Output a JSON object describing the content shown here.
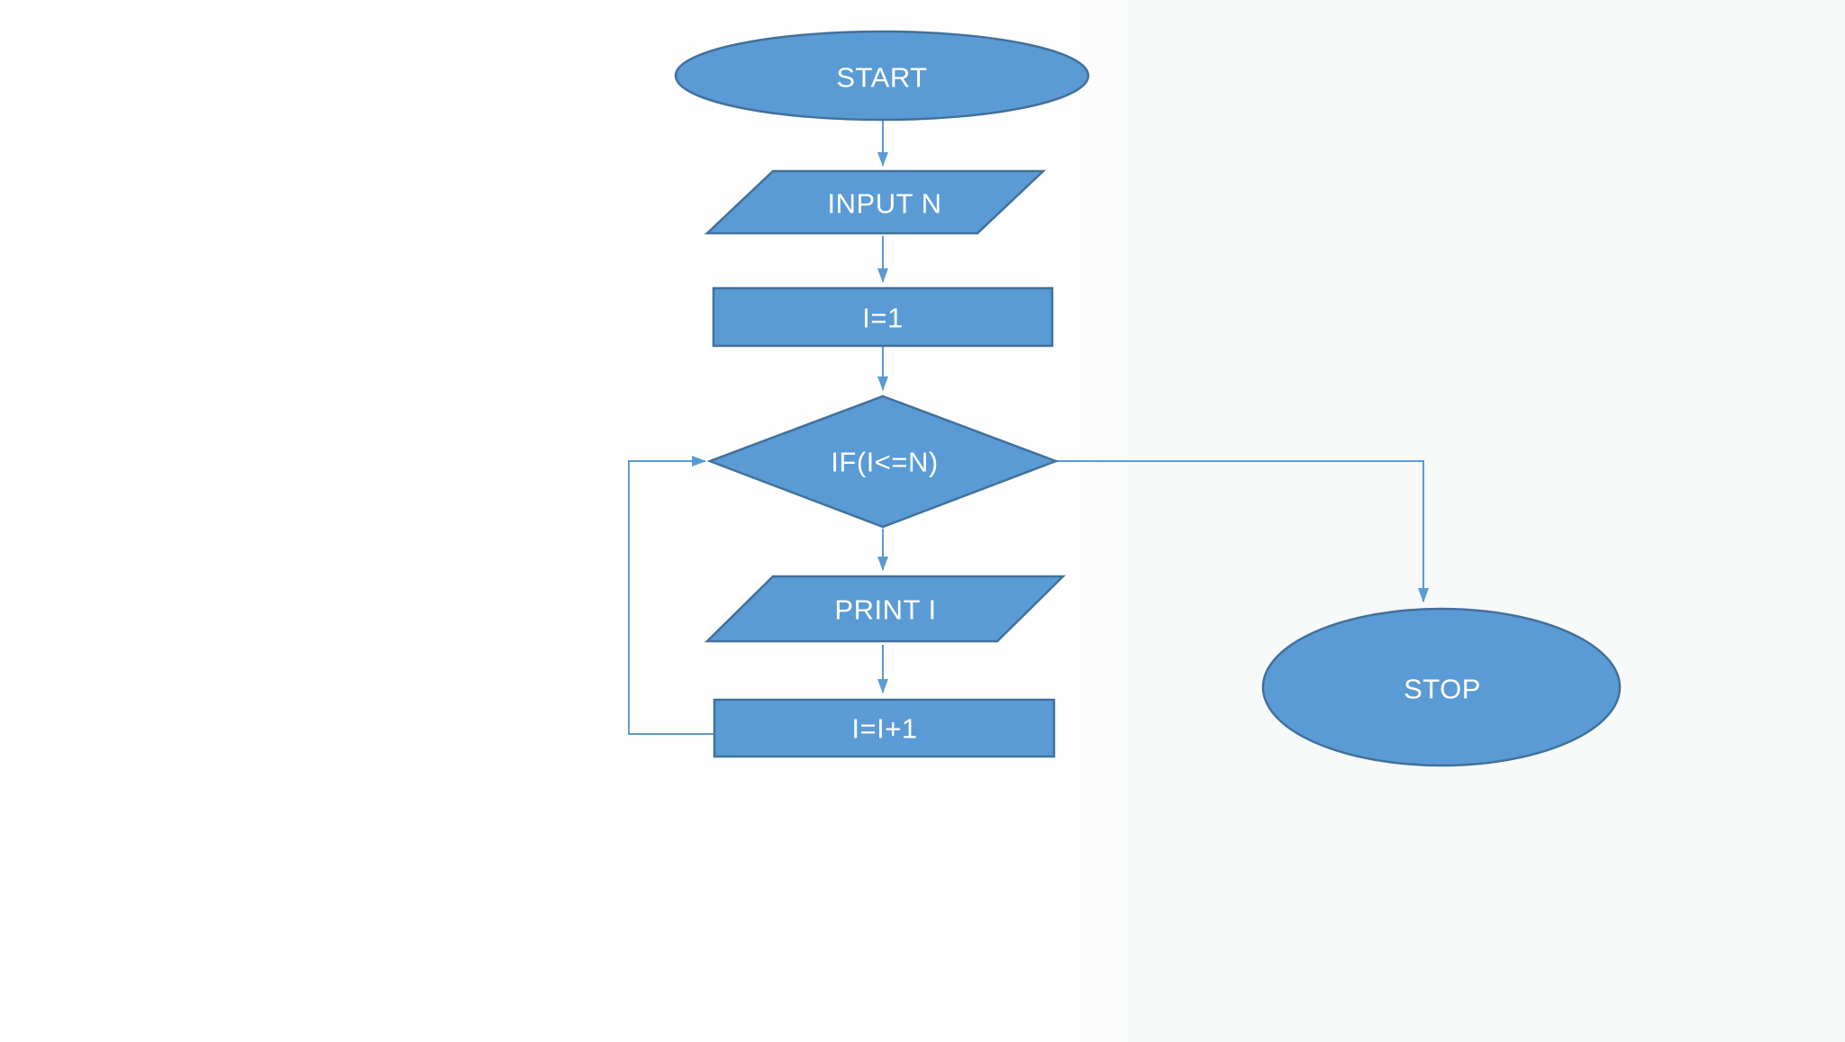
{
  "diagram": {
    "type": "flowchart",
    "description": "Flowchart printing numbers 1 to N using a loop",
    "colors": {
      "shape_fill": "#5B9BD5",
      "shape_border": "#41719C",
      "connector": "#5B9BD5",
      "label_text": "#FFFFFF",
      "canvas_background": "#FDFDFD"
    },
    "nodes": [
      {
        "id": "start",
        "shape": "terminator-ellipse",
        "label": "START"
      },
      {
        "id": "input-n",
        "shape": "io-parallelogram",
        "label": "INPUT N"
      },
      {
        "id": "init-i",
        "shape": "process-rectangle",
        "label": "I=1"
      },
      {
        "id": "loop-condition",
        "shape": "decision-diamond",
        "label": "IF(I<=N)"
      },
      {
        "id": "print-i",
        "shape": "io-parallelogram",
        "label": "PRINT I"
      },
      {
        "id": "increment-i",
        "shape": "process-rectangle",
        "label": "I=I+1"
      },
      {
        "id": "stop",
        "shape": "terminator-ellipse",
        "label": "STOP"
      }
    ],
    "edges": [
      {
        "from": "start",
        "to": "input-n",
        "style": "straight-down-arrow"
      },
      {
        "from": "input-n",
        "to": "init-i",
        "style": "straight-down-arrow"
      },
      {
        "from": "init-i",
        "to": "loop-condition",
        "style": "straight-down-arrow"
      },
      {
        "from": "loop-condition",
        "to": "print-i",
        "style": "straight-down-arrow"
      },
      {
        "from": "print-i",
        "to": "increment-i",
        "style": "straight-down-arrow"
      },
      {
        "from": "increment-i",
        "to": "loop-condition",
        "style": "left-loop-back-arrow"
      },
      {
        "from": "loop-condition",
        "to": "stop",
        "style": "right-then-down-arrow"
      }
    ]
  }
}
